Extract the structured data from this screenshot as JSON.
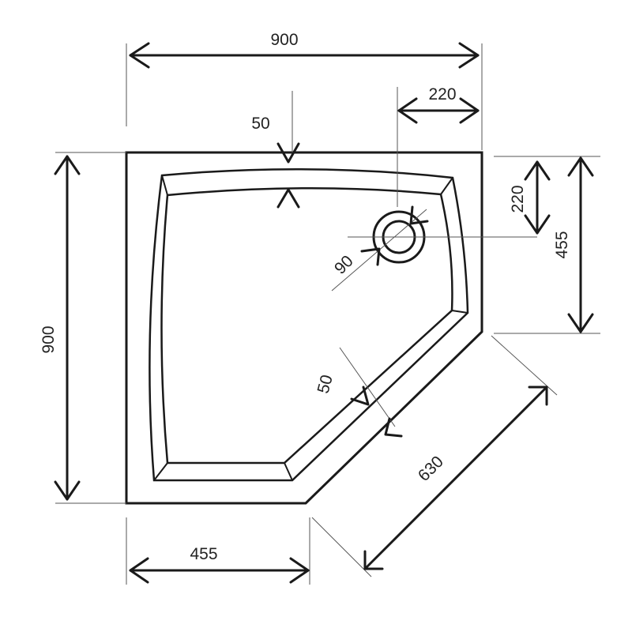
{
  "diagram": {
    "type": "pentagonal shower tray technical drawing",
    "colors": {
      "line": "#1a1a1a",
      "background": "#ffffff"
    },
    "dimensions": {
      "overall_width": "900",
      "overall_height": "900",
      "waste_offset_horizontal": "220",
      "waste_offset_vertical": "220",
      "rim_width_top": "50",
      "rim_width_front": "50",
      "waste_diameter": "90",
      "right_side_length": "455",
      "bottom_side_length": "455",
      "diagonal_front_length": "630"
    }
  }
}
